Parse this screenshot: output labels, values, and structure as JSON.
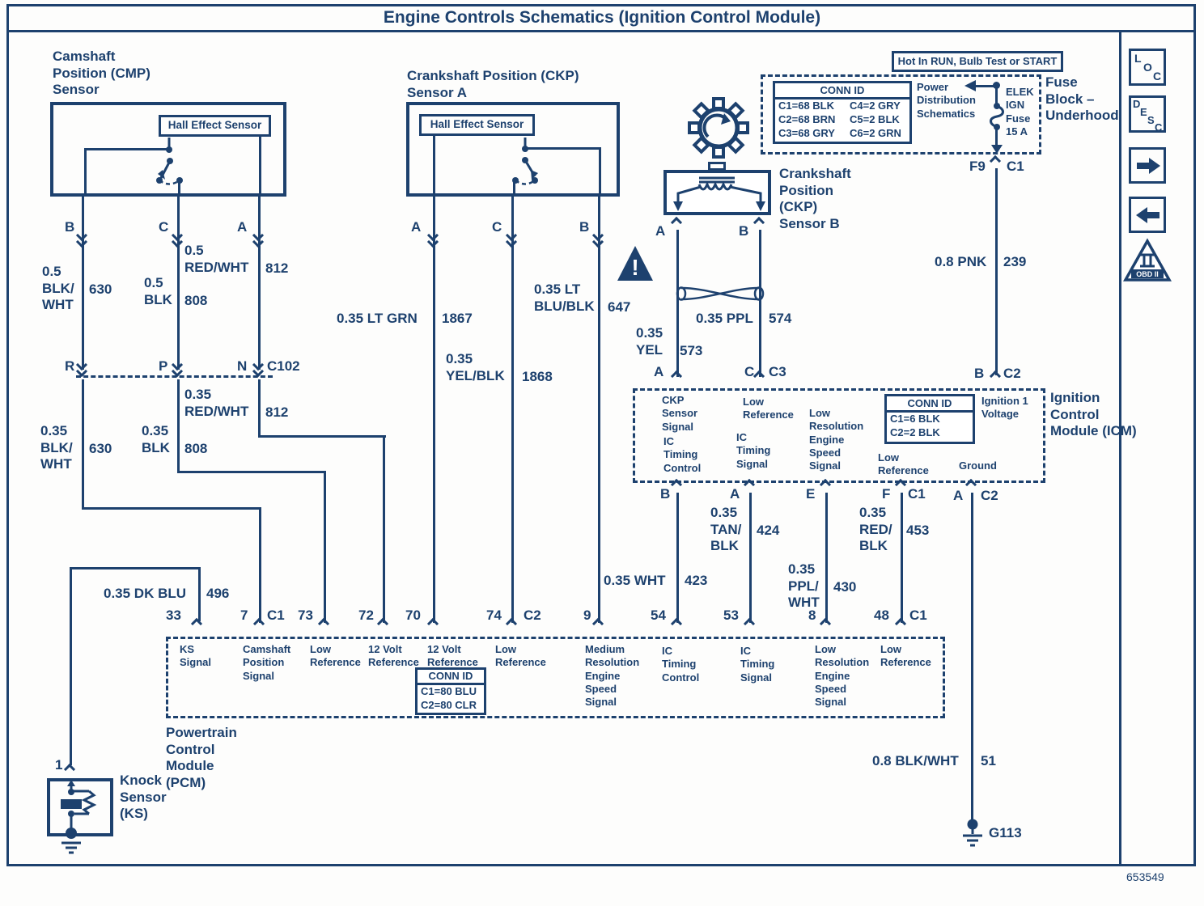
{
  "title": "Engine Controls Schematics (Ignition Control Module)",
  "doc_number": "653549",
  "colors": {
    "ink": "#1d416e"
  },
  "note_hot": "Hot In RUN, Bulb Test or START",
  "cmp": {
    "title": "Camshaft\nPosition (CMP)\nSensor",
    "inner": "Hall Effect Sensor",
    "pin_b": "B",
    "pin_c": "C",
    "pin_a": "A"
  },
  "ckp_a": {
    "title": "Crankshaft Position (CKP)\nSensor A",
    "inner": "Hall Effect Sensor",
    "pin_a": "A",
    "pin_c": "C",
    "pin_b": "B"
  },
  "ckp_b": {
    "title": "Crankshaft\nPosition\n(CKP)\nSensor B",
    "pin_a": "A",
    "pin_b": "B"
  },
  "knock": {
    "title": "Knock\nSensor\n(KS)",
    "pin": "1"
  },
  "fuse_block": {
    "label": "Fuse\nBlock –\nUnderhood",
    "conn_header": "CONN ID",
    "conn_rows": [
      [
        "C1=68 BLK",
        "C4=2 GRY"
      ],
      [
        "C2=68 BRN",
        "C5=2 BLK"
      ],
      [
        "C3=68 GRY",
        "C6=2 GRN"
      ]
    ],
    "power_dist": "Power\nDistribution\nSchematics",
    "fuse_text": "ELEK\nIGN\nFuse\n15 A",
    "pin": "F9",
    "conn": "C1"
  },
  "c102": {
    "pin_r": "R",
    "pin_p": "P",
    "pin_n": "N",
    "label": "C102"
  },
  "c3": {
    "pin_a": "A",
    "pin_c": "C",
    "label": "C3"
  },
  "icm": {
    "label": "Ignition\nControl\nModule (ICM)",
    "conn_header": "CONN ID",
    "conn_rows": [
      "C1=6 BLK",
      "C2=2 BLK"
    ],
    "top_pin_b": "B",
    "top_conn": "C2",
    "fn_ckp_signal": "CKP\nSensor\nSignal",
    "fn_low_ref_top": "Low\nReference",
    "fn_low_res": "Low\nResolution\nEngine\nSpeed\nSignal",
    "fn_ign1": "Ignition 1\nVoltage",
    "fn_ic_ctrl": "IC\nTiming\nControl",
    "fn_ic_sig": "IC\nTiming\nSignal",
    "fn_low_ref_bot": "Low\nReference",
    "fn_ground": "Ground",
    "pin_b": "B",
    "pin_a1": "A",
    "pin_e": "E",
    "pin_f": "F",
    "conn_c1": "C1",
    "pin_a2": "A",
    "conn_c2": "C2"
  },
  "pcm": {
    "label": "Powertrain\nControl\nModule\n(PCM)",
    "conn_header": "CONN ID",
    "conn_rows": [
      "C1=80 BLU",
      "C2=80 CLR"
    ],
    "pin_33": "33",
    "pin_7": "7",
    "conn_c1a": "C1",
    "pin_73": "73",
    "pin_72": "72",
    "pin_70": "70",
    "pin_74": "74",
    "conn_c2": "C2",
    "pin_9": "9",
    "pin_54": "54",
    "pin_53": "53",
    "pin_8": "8",
    "pin_48": "48",
    "conn_c1b": "C1",
    "fn_ks": "KS\nSignal",
    "fn_cmp": "Camshaft\nPosition\nSignal",
    "fn_low_ref1": "Low\nReference",
    "fn_12v1": "12 Volt\nReference",
    "fn_12v2": "12 Volt\nReference",
    "fn_low_ref2": "Low\nReference",
    "fn_med_res": "Medium\nResolution\nEngine\nSpeed\nSignal",
    "fn_ic_ctrl": "IC\nTiming\nControl",
    "fn_ic_sig": "IC\nTiming\nSignal",
    "fn_low_res": "Low\nResolution\nEngine\nSpeed\nSignal",
    "fn_low_ref3": "Low\nReference"
  },
  "ground": {
    "label": "G113"
  },
  "wires": {
    "cmp_b_up": {
      "name": "0.5\nBLK/\nWHT",
      "num": "630"
    },
    "cmp_c_up": {
      "name": "0.5\nBLK",
      "num": "808"
    },
    "cmp_a_up": {
      "name": "0.5\nRED/WHT",
      "num": "812"
    },
    "cmp_b_dn": {
      "name": "0.35\nBLK/\nWHT",
      "num": "630"
    },
    "cmp_c_dn": {
      "name": "0.35\nBLK",
      "num": "808"
    },
    "cmp_a_dn": {
      "name": "0.35\nRED/WHT",
      "num": "812"
    },
    "ckpa_a": {
      "name": "0.35 LT GRN",
      "num": "1867"
    },
    "ckpa_c": {
      "name": "0.35\nYEL/BLK",
      "num": "1868"
    },
    "ckpa_b": {
      "name": "0.35 LT\nBLU/BLK",
      "num": "647"
    },
    "ckpb_a": {
      "name": "0.35\nYEL",
      "num": "573"
    },
    "ckpb_b": {
      "name": "0.35 PPL",
      "num": "574"
    },
    "ign": {
      "name": "0.8 PNK",
      "num": "239"
    },
    "icm_b": {
      "name": "0.35 WHT",
      "num": "423"
    },
    "icm_a": {
      "name": "0.35\nTAN/\nBLK",
      "num": "424"
    },
    "icm_e": {
      "name": "0.35\nPPL/\nWHT",
      "num": "430"
    },
    "icm_f": {
      "name": "0.35\nRED/\nBLK",
      "num": "453"
    },
    "gnd": {
      "name": "0.8 BLK/WHT",
      "num": "51"
    },
    "ks": {
      "name": "0.35 DK BLU",
      "num": "496"
    }
  },
  "sidebar": {
    "loc": "LOC",
    "desc": "DESC",
    "obd_label": "OBD II"
  }
}
